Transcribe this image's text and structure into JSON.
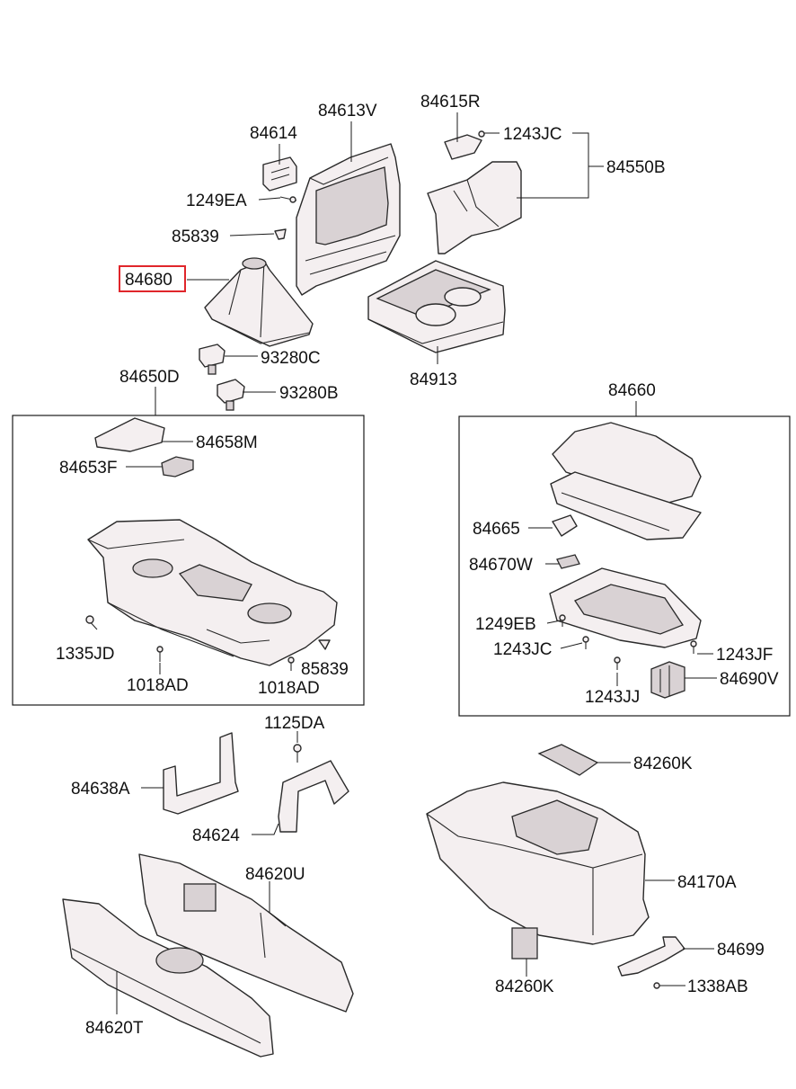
{
  "colors": {
    "highlight": "#e0262b",
    "line": "#1a1a1a",
    "part_fill": "#f4eff0"
  },
  "highlighted_part": "84680",
  "labels": {
    "p84613V": "84613V",
    "p84615R": "84615R",
    "p84614": "84614",
    "p1243JC_top": "1243JC",
    "p84550B": "84550B",
    "p1249EA": "1249EA",
    "p85839_top": "85839",
    "p84680": "84680",
    "p93280C": "93280C",
    "p93280B": "93280B",
    "p84913": "84913",
    "p84650D": "84650D",
    "p84660": "84660",
    "p84658M": "84658M",
    "p84653F": "84653F",
    "p84665": "84665",
    "p84670W": "84670W",
    "p1249EB": "1249EB",
    "p1335JD": "1335JD",
    "p1243JC_mid": "1243JC",
    "p1243JF": "1243JF",
    "p85839_mid": "85839",
    "p1018AD_a": "1018AD",
    "p1018AD_b": "1018AD",
    "p1243JJ": "1243JJ",
    "p84690V": "84690V",
    "p1125DA": "1125DA",
    "p84260K_top": "84260K",
    "p84638A": "84638A",
    "p84624": "84624",
    "p84170A": "84170A",
    "p84620U": "84620U",
    "p84699": "84699",
    "p1338AB": "1338AB",
    "p84260K_bot": "84260K",
    "p84620T": "84620T"
  }
}
